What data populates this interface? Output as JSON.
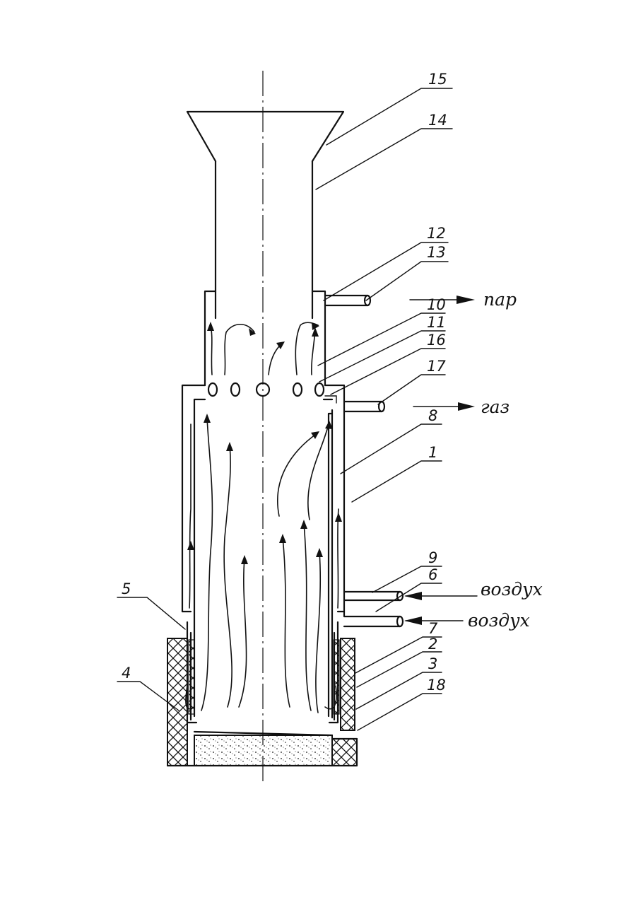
{
  "labels": {
    "l1": "1",
    "l2": "2",
    "l3": "3",
    "l4": "4",
    "l5": "5",
    "l6": "6",
    "l7": "7",
    "l8": "8",
    "l9": "9",
    "l10": "10",
    "l11": "11",
    "l12": "12",
    "l13": "13",
    "l14": "14",
    "l15": "15",
    "l16": "16",
    "l17": "17",
    "l18": "18"
  },
  "flows": {
    "steam": "пар",
    "gas": "газ",
    "air_upper": "воздух",
    "air_lower": "воздух"
  }
}
